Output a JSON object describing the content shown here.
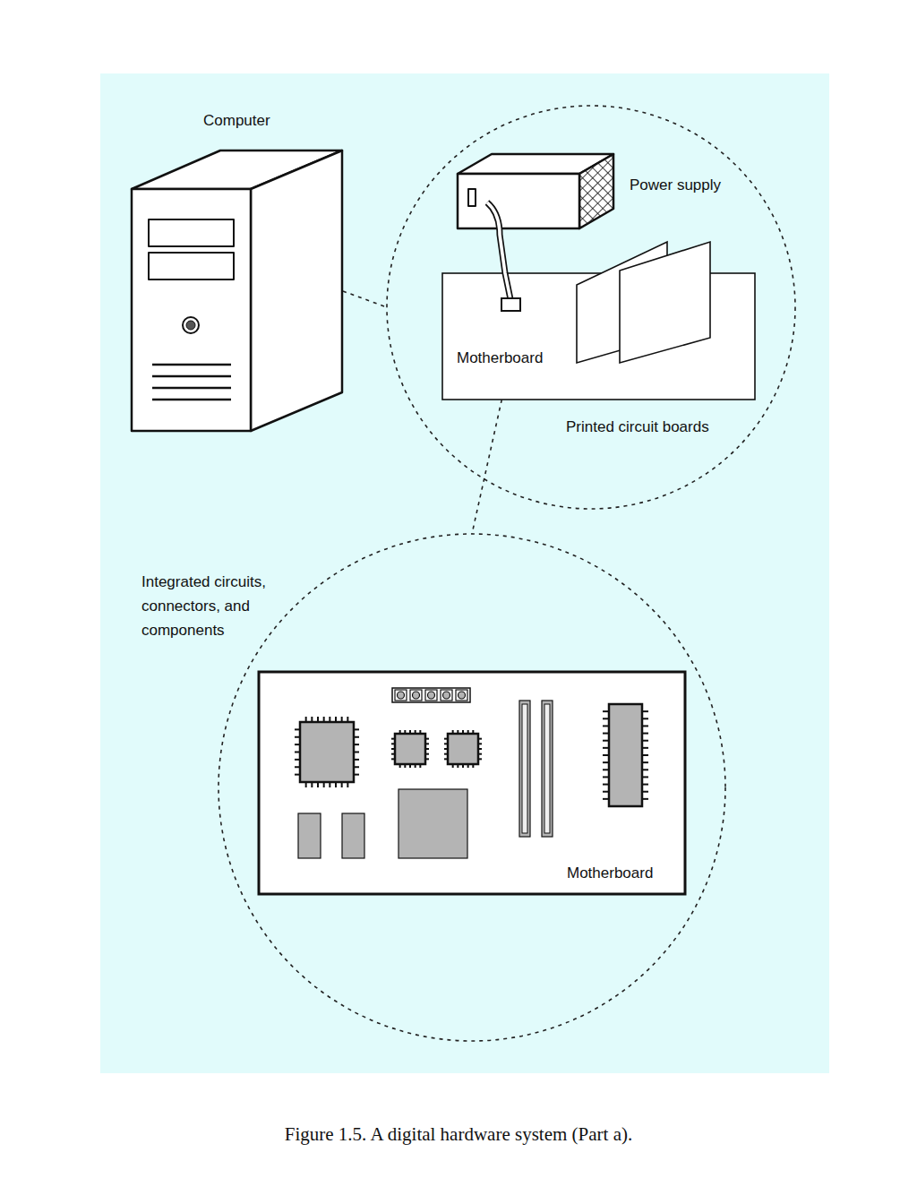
{
  "diagram": {
    "caption": "Figure 1.5. A digital hardware system (Part a).",
    "nodes": [
      {
        "text": [
          "Computer"
        ]
      },
      {
        "text": [
          "Power supply",
          "Printed circuit boards"
        ]
      },
      {
        "text": [
          "Motherboard"
        ],
        "in": 1
      },
      {
        "text": [
          "Integrated circuits, connectors, and components"
        ]
      },
      {
        "text": [
          "Motherboard"
        ],
        "in": 3
      }
    ],
    "edges": [
      {
        "from": 0,
        "to": 1,
        "arrow": "none"
      },
      {
        "from": 2,
        "to": 3,
        "arrow": "none"
      }
    ]
  }
}
